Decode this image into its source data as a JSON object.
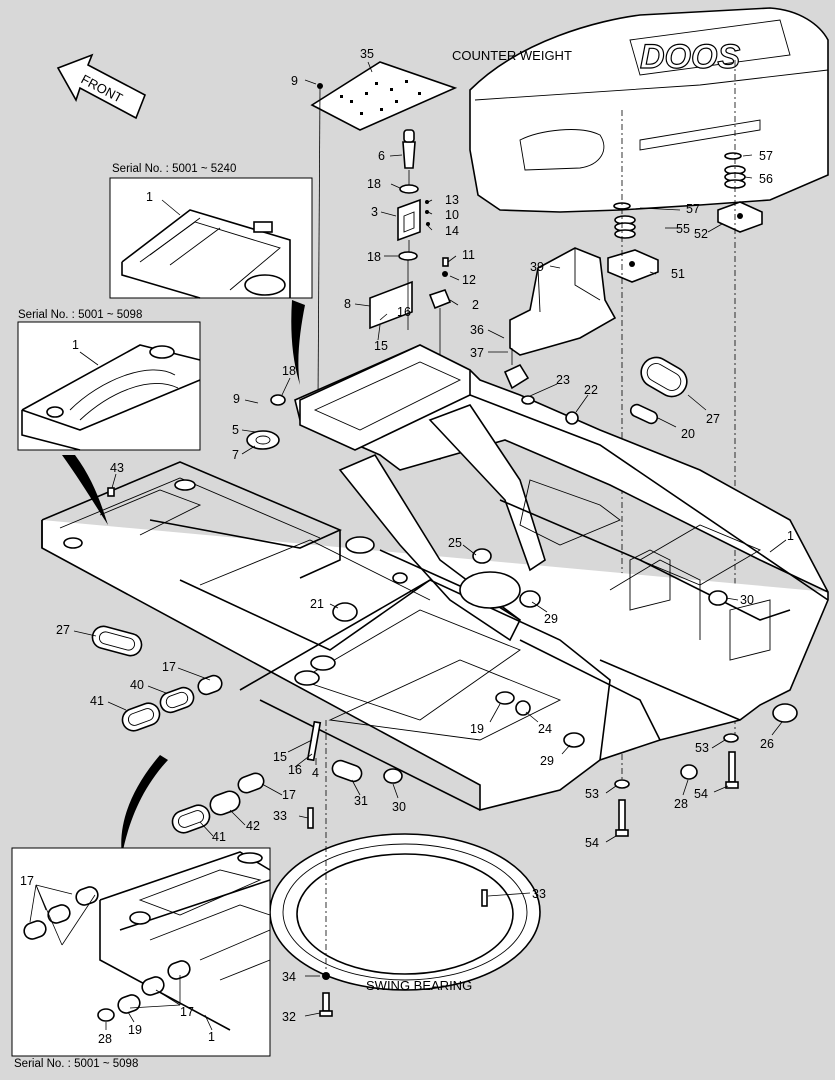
{
  "captions": {
    "counter_weight": "COUNTER WEIGHT",
    "swing_bearing": "SWING BEARING",
    "front": "FRONT",
    "brand_partial": "DOOS"
  },
  "serial_notes": {
    "inset_top": "Serial No. : 5001 ~ 5240",
    "inset_middle": "Serial No. : 5001 ~ 5098",
    "inset_bottom": "Serial No. : 5001 ~ 5098"
  },
  "callouts": {
    "p35": "35",
    "p9a": "9",
    "p6": "6",
    "p18a": "18",
    "p13": "13",
    "p10": "10",
    "p3": "3",
    "p14": "14",
    "p18b": "18",
    "p11": "11",
    "p12": "12",
    "p8": "8",
    "p2": "2",
    "p16a": "16",
    "p15a": "15",
    "p39": "39",
    "p51": "51",
    "p36": "36",
    "p37": "37",
    "p57a": "57",
    "p55": "55",
    "p57b": "57",
    "p56": "56",
    "p52": "52",
    "p1a": "1",
    "p1b": "1",
    "p18c": "18",
    "p9b": "9",
    "p5": "5",
    "p7": "7",
    "p23": "23",
    "p22": "22",
    "p27a": "27",
    "p20": "20",
    "p43": "43",
    "p1c": "1",
    "p25": "25",
    "p21": "21",
    "p27b": "27",
    "p17a": "17",
    "p40": "40",
    "p41a": "41",
    "p29a": "29",
    "p30a": "30",
    "p19a": "19",
    "p24": "24",
    "p29b": "29",
    "p26": "26",
    "p53a": "53",
    "p15b": "15",
    "p16b": "16",
    "p4": "4",
    "p31": "31",
    "p30b": "30",
    "p28a": "28",
    "p54a": "54",
    "p53b": "53",
    "p54b": "54",
    "p17b": "17",
    "p42": "42",
    "p41b": "41",
    "p33a": "33",
    "p33b": "33",
    "p17c": "17",
    "p17d": "17",
    "p28b": "28",
    "p19b": "19",
    "p1d": "1",
    "p34": "34",
    "p32": "32"
  }
}
